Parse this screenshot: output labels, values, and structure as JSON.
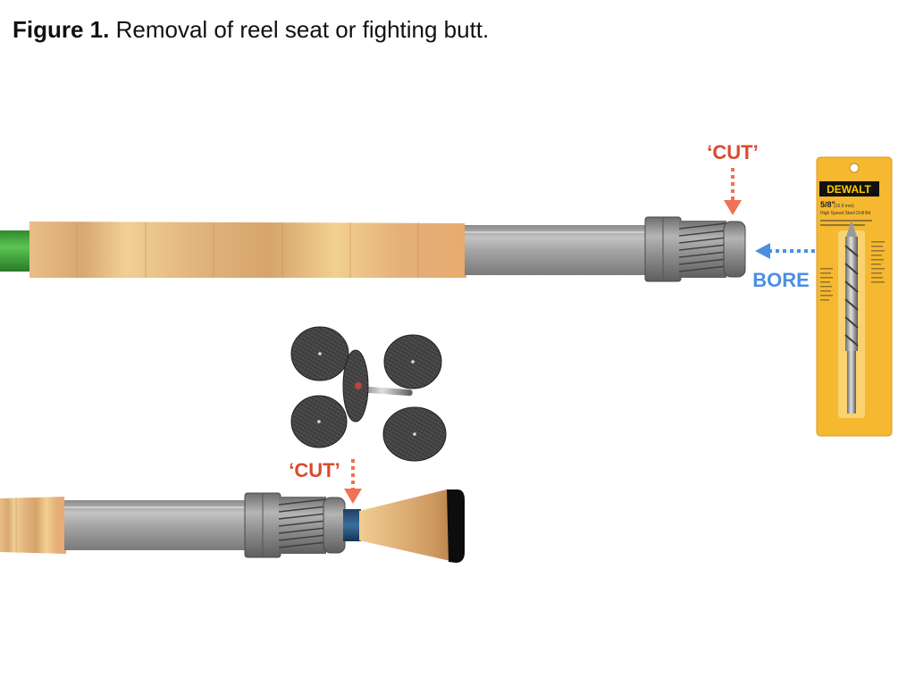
{
  "figure": {
    "label": "Figure 1.",
    "caption": "Removal of reel seat or fighting butt."
  },
  "annotations": {
    "cut_top": "‘CUT’",
    "cut_bottom": "‘CUT’",
    "bore": "BORE"
  },
  "drill_package": {
    "brand": "DEWALT",
    "size": "5/8\"",
    "metric": "(15.9 mm)",
    "product": "High Speed Steel Drill Bit"
  },
  "colors": {
    "cut_arrow": "#f07155",
    "bore_arrow": "#4a90e2",
    "cork": "#e5b47c",
    "blank_green": "#3ea83a",
    "package": "#f5b830"
  }
}
